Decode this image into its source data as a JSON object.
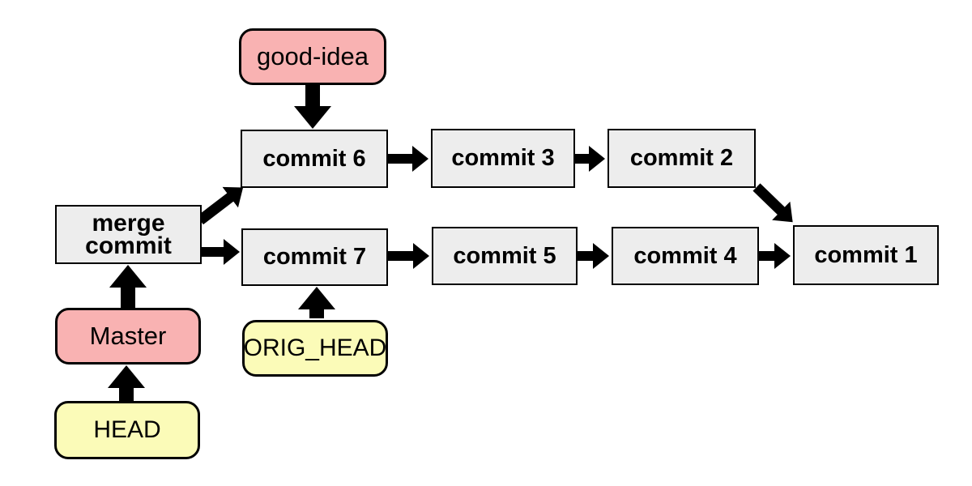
{
  "nodes": {
    "good_idea": {
      "label": "good-idea",
      "kind": "branch"
    },
    "commit6": {
      "label": "commit 6",
      "kind": "commit"
    },
    "commit3": {
      "label": "commit 3",
      "kind": "commit"
    },
    "commit2": {
      "label": "commit 2",
      "kind": "commit"
    },
    "merge_commit": {
      "label": "merge\ncommit",
      "kind": "commit"
    },
    "commit7": {
      "label": "commit 7",
      "kind": "commit"
    },
    "commit5": {
      "label": "commit 5",
      "kind": "commit"
    },
    "commit4": {
      "label": "commit 4",
      "kind": "commit"
    },
    "commit1": {
      "label": "commit 1",
      "kind": "commit"
    },
    "master": {
      "label": "Master",
      "kind": "branch"
    },
    "head": {
      "label": "HEAD",
      "kind": "ref"
    },
    "orig_head": {
      "label": "ORIG_HEAD",
      "kind": "ref"
    }
  },
  "edges": [
    {
      "from": "good_idea",
      "to": "commit6"
    },
    {
      "from": "merge_commit",
      "to": "commit6"
    },
    {
      "from": "merge_commit",
      "to": "commit7"
    },
    {
      "from": "commit6",
      "to": "commit3"
    },
    {
      "from": "commit3",
      "to": "commit2"
    },
    {
      "from": "commit2",
      "to": "commit1"
    },
    {
      "from": "commit7",
      "to": "commit5"
    },
    {
      "from": "commit5",
      "to": "commit4"
    },
    {
      "from": "commit4",
      "to": "commit1"
    },
    {
      "from": "master",
      "to": "merge_commit"
    },
    {
      "from": "head",
      "to": "master"
    },
    {
      "from": "orig_head",
      "to": "commit7"
    }
  ],
  "colors": {
    "commit-fill": "#EDEDED",
    "branch-fill": "#F9B2B2",
    "ref-fill": "#FBFBB8",
    "border": "#000000",
    "arrow": "#000000",
    "background": "#FFFFFF"
  }
}
